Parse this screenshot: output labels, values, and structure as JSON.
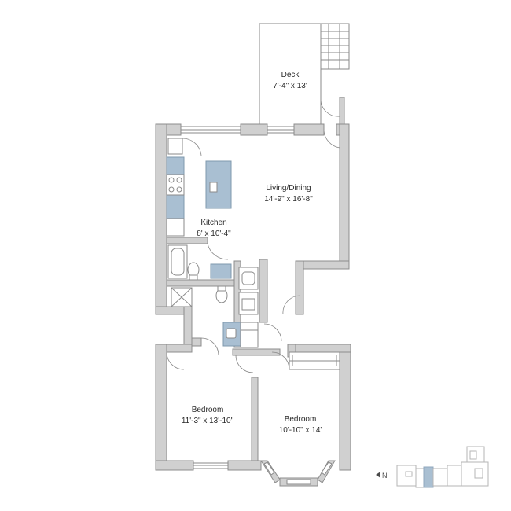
{
  "rooms": {
    "deck": {
      "name": "Deck",
      "dims": "7'-4\" x 13'"
    },
    "living_dining": {
      "name": "Living/Dining",
      "dims": "14'-9\" x 16'-8\""
    },
    "kitchen": {
      "name": "Kitchen",
      "dims": "8' x 10'-4\""
    },
    "bedroom_left": {
      "name": "Bedroom",
      "dims": "11'-3\" x 13'-10\""
    },
    "bedroom_right": {
      "name": "Bedroom",
      "dims": "10'-10\" x 14'"
    }
  },
  "compass": {
    "label": "N",
    "arrow": "triangle-left-icon"
  },
  "colors": {
    "wall": "#d0d0d0",
    "outline": "#8c8c8c",
    "fixture_blue": "#a9bfd2",
    "keyplan_highlight": "#a9bfd2"
  }
}
